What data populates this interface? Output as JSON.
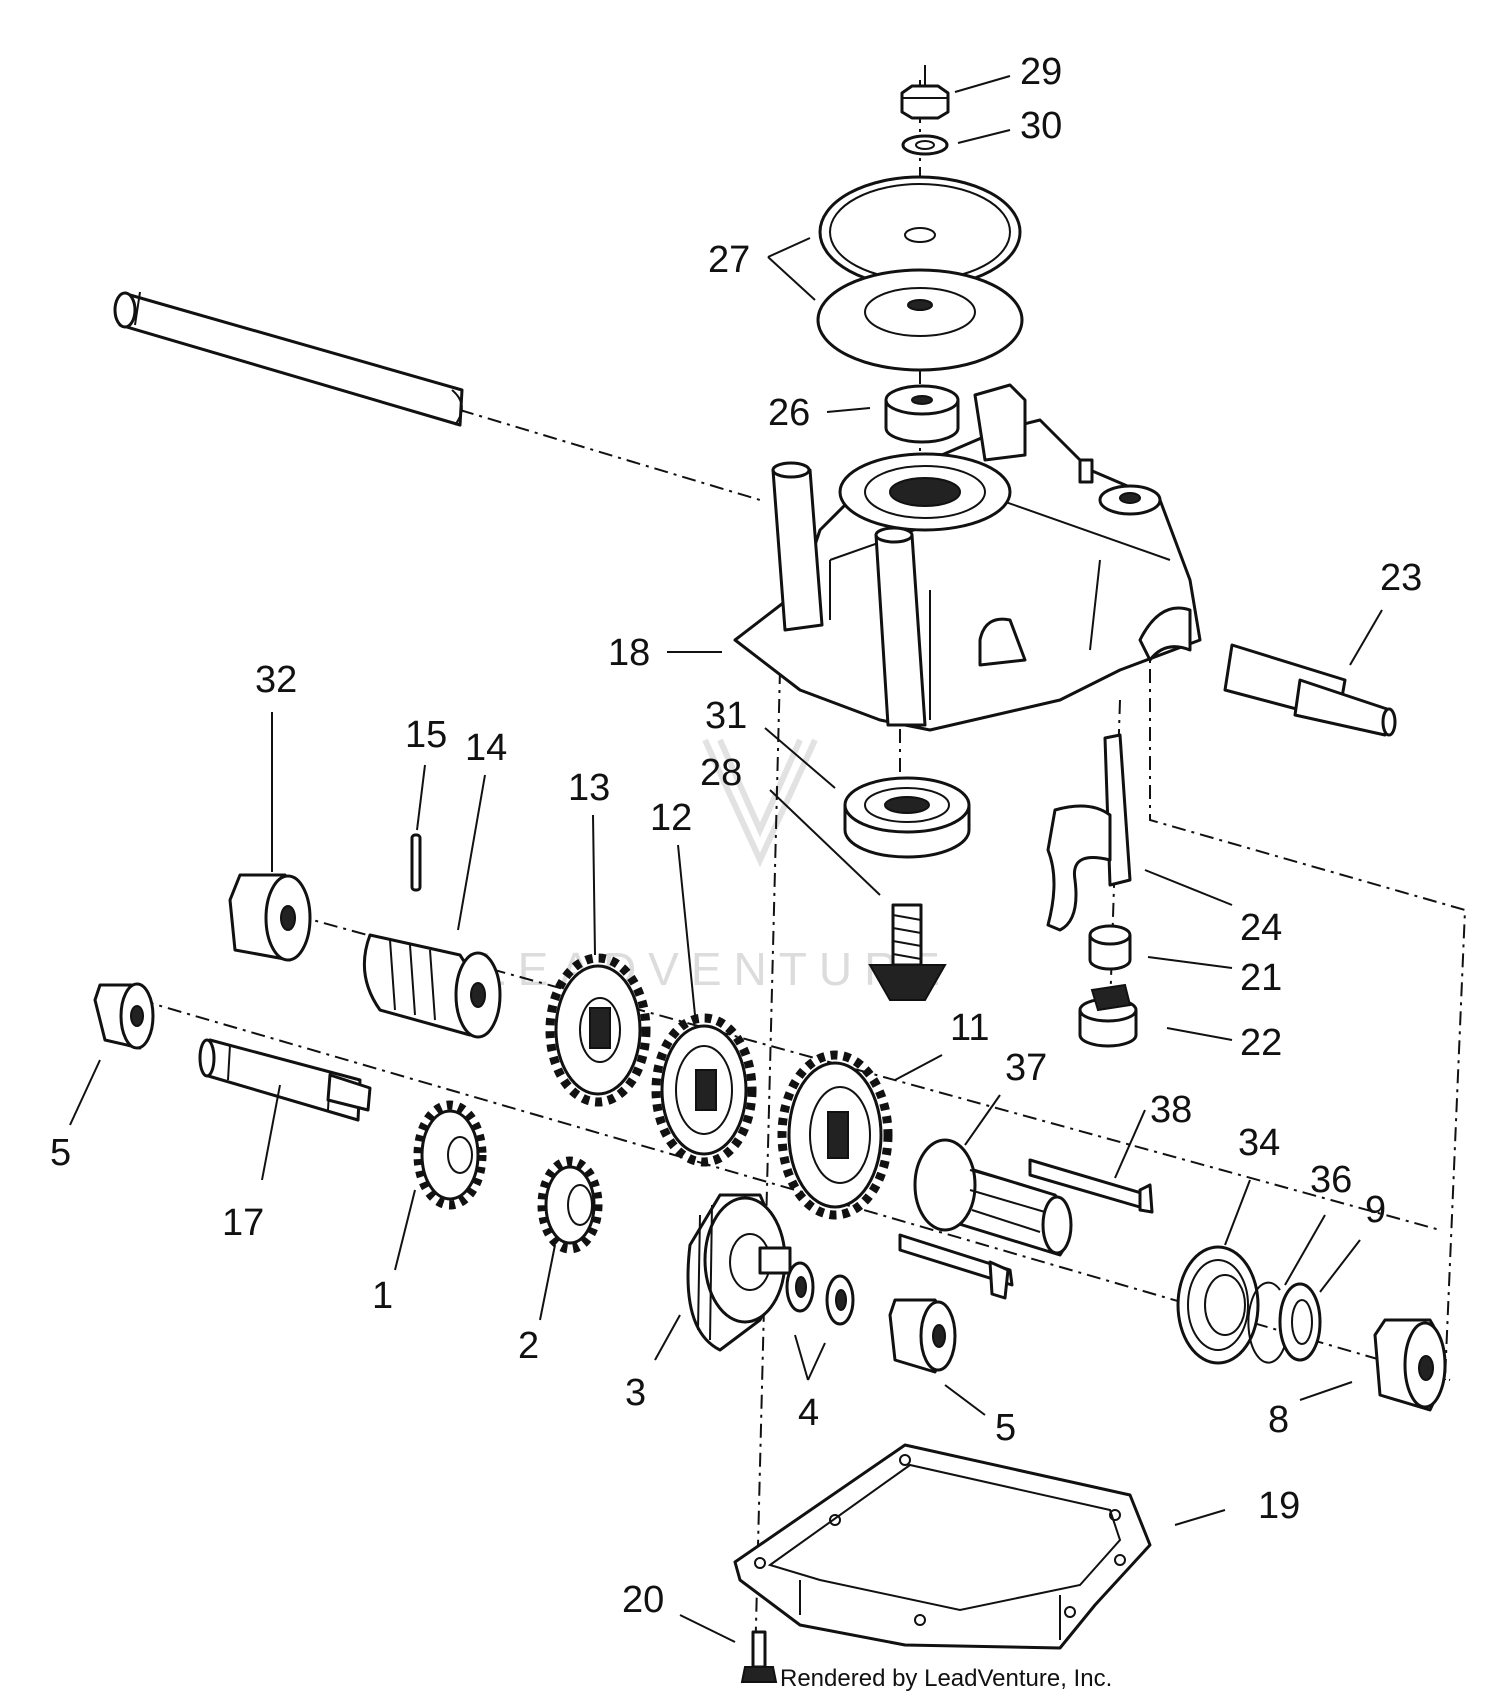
{
  "diagram": {
    "callouts": [
      {
        "id": "29",
        "label": "29"
      },
      {
        "id": "30",
        "label": "30"
      },
      {
        "id": "27",
        "label": "27"
      },
      {
        "id": "26",
        "label": "26"
      },
      {
        "id": "23",
        "label": "23"
      },
      {
        "id": "18",
        "label": "18"
      },
      {
        "id": "32",
        "label": "32"
      },
      {
        "id": "15",
        "label": "15"
      },
      {
        "id": "14",
        "label": "14"
      },
      {
        "id": "13",
        "label": "13"
      },
      {
        "id": "12",
        "label": "12"
      },
      {
        "id": "31",
        "label": "31"
      },
      {
        "id": "28",
        "label": "28"
      },
      {
        "id": "24",
        "label": "24"
      },
      {
        "id": "21",
        "label": "21"
      },
      {
        "id": "22",
        "label": "22"
      },
      {
        "id": "11",
        "label": "11"
      },
      {
        "id": "37",
        "label": "37"
      },
      {
        "id": "38",
        "label": "38"
      },
      {
        "id": "34",
        "label": "34"
      },
      {
        "id": "36",
        "label": "36"
      },
      {
        "id": "9",
        "label": "9"
      },
      {
        "id": "5a",
        "label": "5"
      },
      {
        "id": "17",
        "label": "17"
      },
      {
        "id": "1",
        "label": "1"
      },
      {
        "id": "2",
        "label": "2"
      },
      {
        "id": "3",
        "label": "3"
      },
      {
        "id": "4",
        "label": "4"
      },
      {
        "id": "5b",
        "label": "5"
      },
      {
        "id": "8",
        "label": "8"
      },
      {
        "id": "19",
        "label": "19"
      },
      {
        "id": "20",
        "label": "20"
      }
    ],
    "watermark": "LEADVENTURE",
    "credit": "Rendered by LeadVenture, Inc."
  }
}
